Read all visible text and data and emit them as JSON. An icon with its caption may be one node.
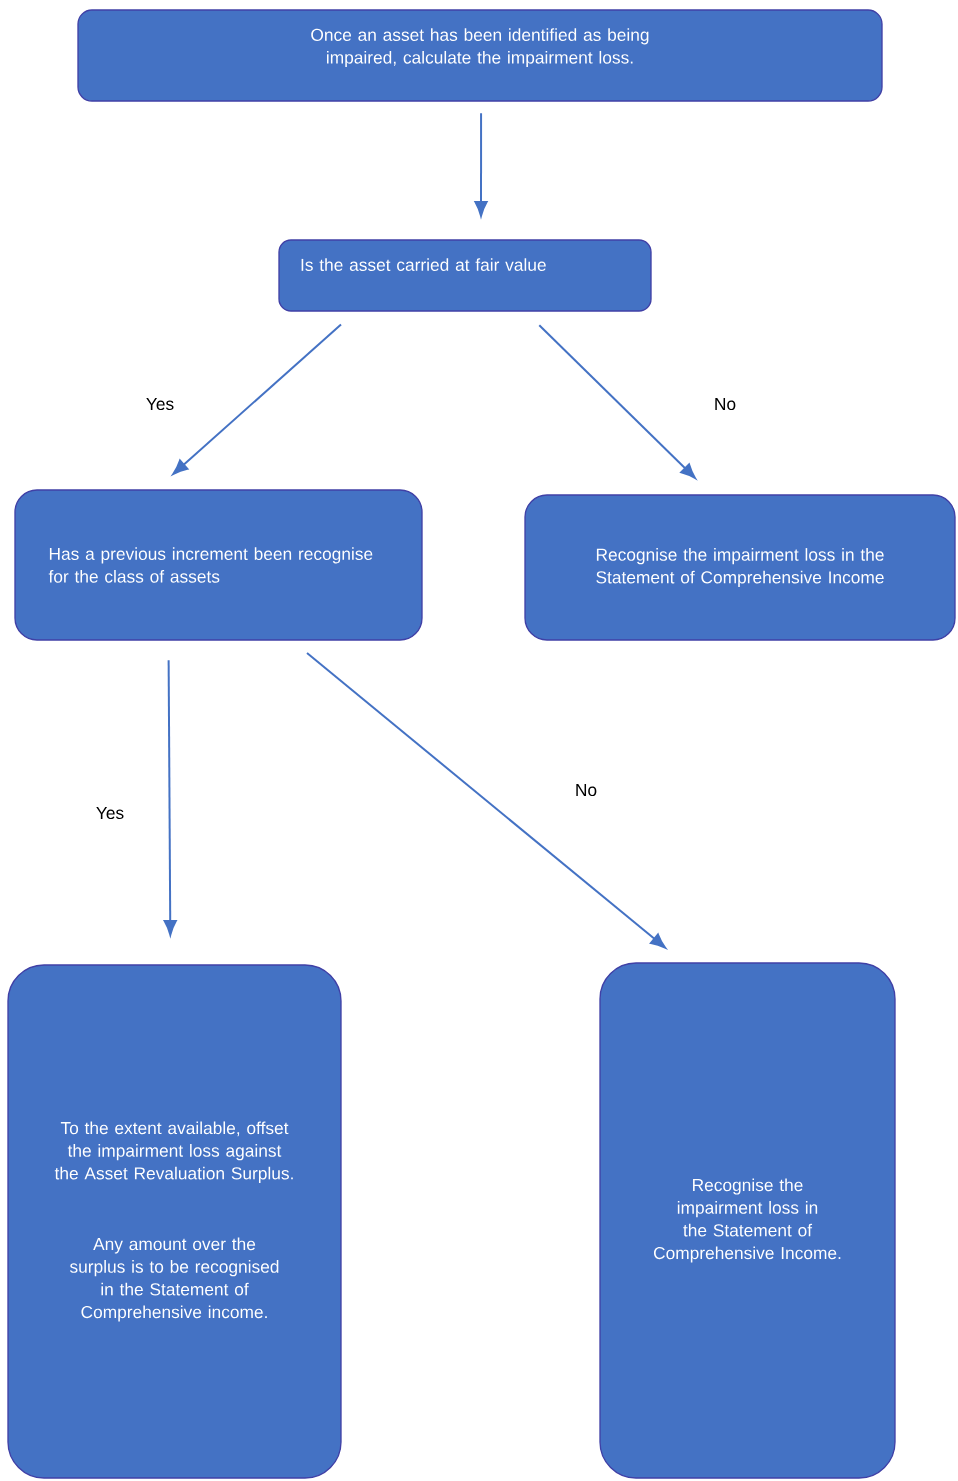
{
  "diagram": {
    "nodes": [
      {
        "text": [
          "Once an asset has been identified as being impaired, calculate the impairment loss."
        ]
      },
      {
        "text": [
          "Is the asset carried at fair value"
        ]
      },
      {
        "text": [
          "Has a previous increment been recognise for the class of assets"
        ]
      },
      {
        "text": [
          "Recognise the impairment loss in the Statement of Comprehensive Income"
        ]
      },
      {
        "text": [
          "To the extent available, offset the impairment loss against the Asset Revaluation Surplus.",
          "Any amount over the surplus is to be recognised in the Statement of Comprehensive income."
        ]
      },
      {
        "text": [
          "Recognise the impairment loss in the Statement of Comprehensive Income."
        ]
      }
    ],
    "edges": [
      {
        "from": 0,
        "to": 1,
        "arrow": "to"
      },
      {
        "from": 1,
        "to": 2,
        "arrow": "to",
        "label": "Yes"
      },
      {
        "from": 1,
        "to": 3,
        "arrow": "to",
        "label": "No"
      },
      {
        "from": 2,
        "to": 4,
        "arrow": "to",
        "label": "Yes"
      },
      {
        "from": 2,
        "to": 5,
        "arrow": "to",
        "label": "No"
      }
    ]
  }
}
